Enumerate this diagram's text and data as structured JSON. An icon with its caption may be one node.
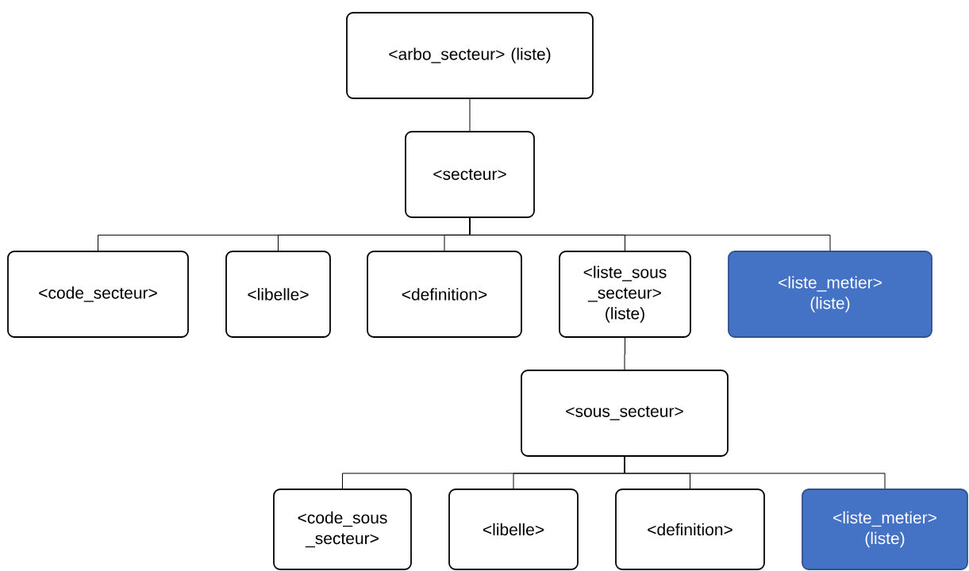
{
  "diagram": {
    "nodes": [
      {
        "text": [
          "<arbo_secteur> (liste)"
        ]
      },
      {
        "text": [
          "<secteur>"
        ]
      },
      {
        "text": [
          "<code_secteur>"
        ]
      },
      {
        "text": [
          "<libelle>"
        ]
      },
      {
        "text": [
          "<definition>"
        ]
      },
      {
        "text": [
          "<liste_sous _secteur> (liste)"
        ]
      },
      {
        "text": [
          "<liste_metier> (liste)"
        ]
      },
      {
        "text": [
          "<sous_secteur>"
        ]
      },
      {
        "text": [
          "<code_sous _secteur>"
        ]
      },
      {
        "text": [
          "<libelle>"
        ]
      },
      {
        "text": [
          "<definition>"
        ]
      },
      {
        "text": [
          "<liste_metier> (liste)"
        ]
      }
    ],
    "edges": [
      {
        "from": 0,
        "to": 1,
        "arrow": "none"
      },
      {
        "from": 1,
        "to": 2,
        "arrow": "none"
      },
      {
        "from": 1,
        "to": 3,
        "arrow": "none"
      },
      {
        "from": 1,
        "to": 4,
        "arrow": "none"
      },
      {
        "from": 1,
        "to": 5,
        "arrow": "none"
      },
      {
        "from": 1,
        "to": 6,
        "arrow": "none"
      },
      {
        "from": 5,
        "to": 7,
        "arrow": "none"
      },
      {
        "from": 7,
        "to": 8,
        "arrow": "none"
      },
      {
        "from": 7,
        "to": 9,
        "arrow": "none"
      },
      {
        "from": 7,
        "to": 10,
        "arrow": "none"
      },
      {
        "from": 7,
        "to": 11,
        "arrow": "none"
      }
    ]
  }
}
